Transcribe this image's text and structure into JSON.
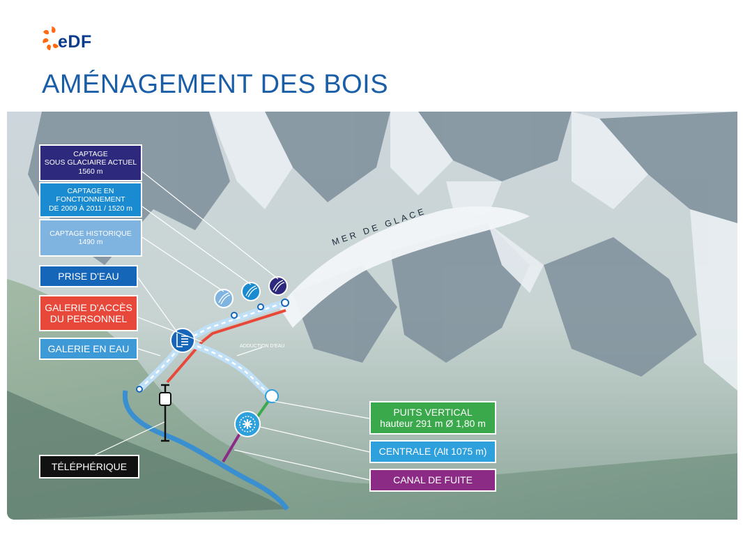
{
  "brand": {
    "name": "eDF",
    "logo_colors": [
      "#ff6a13",
      "#0a3b8c"
    ]
  },
  "title": "AMÉNAGEMENT DES BOIS",
  "map": {
    "glacier_label": "MER DE GLACE",
    "adduction_label": "ADDUCTION D'EAU",
    "callouts": {
      "captage_sous_glaciaire": {
        "lines": [
          "CAPTAGE",
          "SOUS GLACIAIRE ACTUEL",
          "1560 m"
        ],
        "color": "#2d2a7e"
      },
      "captage_fonctionnement": {
        "lines": [
          "CAPTAGE EN",
          "FONCTIONNEMENT",
          "DE 2009 À 2011 / 1520 m"
        ],
        "color": "#1a8bd0"
      },
      "captage_historique": {
        "lines": [
          "CAPTAGE HISTORIQUE",
          "1490 m"
        ],
        "color": "#7fb3e0"
      },
      "prise_eau": {
        "lines": [
          "PRISE D'EAU"
        ],
        "color": "#1565b8"
      },
      "galerie_acces": {
        "lines": [
          "GALERIE D'ACCÈS",
          "DU PERSONNEL"
        ],
        "color": "#e8483a"
      },
      "galerie_eau": {
        "lines": [
          "GALERIE EN EAU"
        ],
        "color": "#3e9ad6"
      },
      "telepherique": {
        "lines": [
          "TÉLÉPHÉRIQUE"
        ],
        "color": "#111111"
      },
      "puits_vertical": {
        "lines": [
          "PUITS VERTICAL",
          "hauteur 291 m Ø 1,80 m"
        ],
        "color": "#3aa94b"
      },
      "centrale": {
        "lines": [
          "CENTRALE (Alt 1075 m)"
        ],
        "color": "#2ea0dc"
      },
      "canal_fuite": {
        "lines": [
          "CANAL DE FUITE"
        ],
        "color": "#8b2b86"
      }
    }
  }
}
